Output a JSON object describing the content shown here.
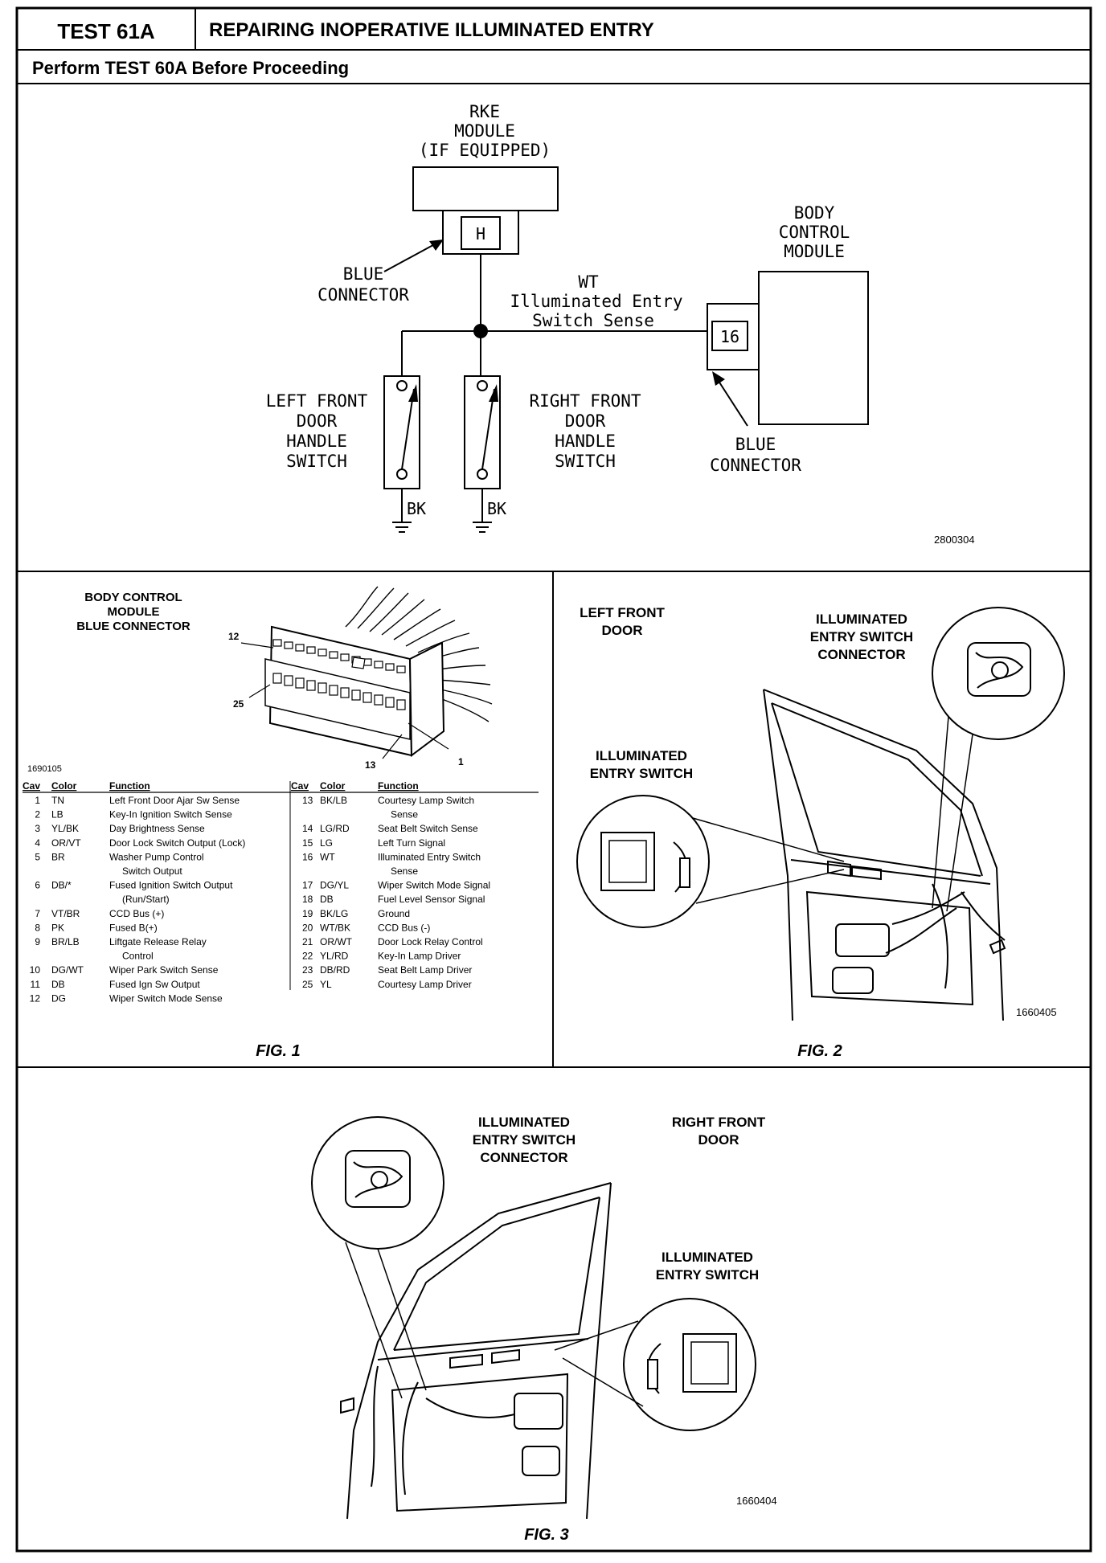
{
  "header": {
    "test_id": "TEST 61A",
    "title": "REPAIRING INOPERATIVE ILLUMINATED ENTRY",
    "subtitle": "Perform TEST 60A Before Proceeding"
  },
  "schematic": {
    "rke_lines": [
      "RKE",
      "MODULE",
      "(IF EQUIPPED)"
    ],
    "rke_pin": "H",
    "blue_connector_left": [
      "BLUE",
      "CONNECTOR"
    ],
    "wire_lines": [
      "WT",
      "Illuminated Entry",
      "Switch Sense"
    ],
    "bcm_lines": [
      "BODY",
      "CONTROL",
      "MODULE"
    ],
    "bcm_pin": "16",
    "blue_connector_right": [
      "BLUE",
      "CONNECTOR"
    ],
    "left_switch_lines": [
      "LEFT FRONT",
      "DOOR",
      "HANDLE",
      "SWITCH"
    ],
    "right_switch_lines": [
      "RIGHT FRONT",
      "DOOR",
      "HANDLE",
      "SWITCH"
    ],
    "ground_wire_left": "BK",
    "ground_wire_right": "BK",
    "ref": "2800304"
  },
  "fig1": {
    "title_lines": [
      "BODY CONTROL",
      "MODULE",
      "BLUE CONNECTOR"
    ],
    "pin_labels": {
      "p12": "12",
      "p25": "25",
      "p13": "13",
      "p1": "1"
    },
    "ref": "1690105",
    "headers": {
      "cav": "Cav",
      "color": "Color",
      "function": "Function"
    },
    "left_rows": [
      {
        "cav": "1",
        "color": "TN",
        "func": [
          "Left Front Door Ajar Sw Sense"
        ]
      },
      {
        "cav": "2",
        "color": "LB",
        "func": [
          "Key-In Ignition Switch Sense"
        ]
      },
      {
        "cav": "3",
        "color": "YL/BK",
        "func": [
          "Day Brightness Sense"
        ]
      },
      {
        "cav": "4",
        "color": "OR/VT",
        "func": [
          "Door Lock Switch Output (Lock)"
        ]
      },
      {
        "cav": "5",
        "color": "BR",
        "func": [
          "Washer Pump Control",
          "Switch Output"
        ]
      },
      {
        "cav": "6",
        "color": "DB/*",
        "func": [
          "Fused Ignition Switch Output",
          "(Run/Start)"
        ]
      },
      {
        "cav": "7",
        "color": "VT/BR",
        "func": [
          "CCD Bus (+)"
        ]
      },
      {
        "cav": "8",
        "color": "PK",
        "func": [
          "Fused B(+)"
        ]
      },
      {
        "cav": "9",
        "color": "BR/LB",
        "func": [
          "Liftgate Release Relay",
          "Control"
        ]
      },
      {
        "cav": "10",
        "color": "DG/WT",
        "func": [
          "Wiper Park Switch Sense"
        ]
      },
      {
        "cav": "11",
        "color": "DB",
        "func": [
          "Fused Ign Sw Output"
        ]
      },
      {
        "cav": "12",
        "color": "DG",
        "func": [
          "Wiper Switch Mode Sense"
        ]
      }
    ],
    "right_rows": [
      {
        "cav": "13",
        "color": "BK/LB",
        "func": [
          "Courtesy Lamp Switch",
          "Sense"
        ]
      },
      {
        "cav": "14",
        "color": "LG/RD",
        "func": [
          "Seat Belt Switch Sense"
        ]
      },
      {
        "cav": "15",
        "color": "LG",
        "func": [
          "Left Turn Signal"
        ]
      },
      {
        "cav": "16",
        "color": "WT",
        "func": [
          "Illuminated Entry Switch",
          "Sense"
        ]
      },
      {
        "cav": "17",
        "color": "DG/YL",
        "func": [
          "Wiper Switch Mode Signal"
        ]
      },
      {
        "cav": "18",
        "color": "DB",
        "func": [
          "Fuel Level Sensor Signal"
        ]
      },
      {
        "cav": "19",
        "color": "BK/LG",
        "func": [
          "Ground"
        ]
      },
      {
        "cav": "20",
        "color": "WT/BK",
        "func": [
          "CCD Bus (-)"
        ]
      },
      {
        "cav": "21",
        "color": "OR/WT",
        "func": [
          "Door Lock Relay Control"
        ]
      },
      {
        "cav": "22",
        "color": "YL/RD",
        "func": [
          "Key-In Lamp Driver"
        ]
      },
      {
        "cav": "23",
        "color": "DB/RD",
        "func": [
          "Seat Belt Lamp Driver"
        ]
      },
      {
        "cav": "25",
        "color": "YL",
        "func": [
          "Courtesy Lamp Driver"
        ]
      }
    ],
    "caption": "FIG. 1"
  },
  "fig2": {
    "door_lines": [
      "LEFT FRONT",
      "DOOR"
    ],
    "connector_lines": [
      "ILLUMINATED",
      "ENTRY SWITCH",
      "CONNECTOR"
    ],
    "switch_lines": [
      "ILLUMINATED",
      "ENTRY SWITCH"
    ],
    "ref": "1660405",
    "caption": "FIG. 2"
  },
  "fig3": {
    "connector_lines": [
      "ILLUMINATED",
      "ENTRY SWITCH",
      "CONNECTOR"
    ],
    "door_lines": [
      "RIGHT FRONT",
      "DOOR"
    ],
    "switch_lines": [
      "ILLUMINATED",
      "ENTRY SWITCH"
    ],
    "ref": "1660404",
    "caption": "FIG. 3"
  }
}
